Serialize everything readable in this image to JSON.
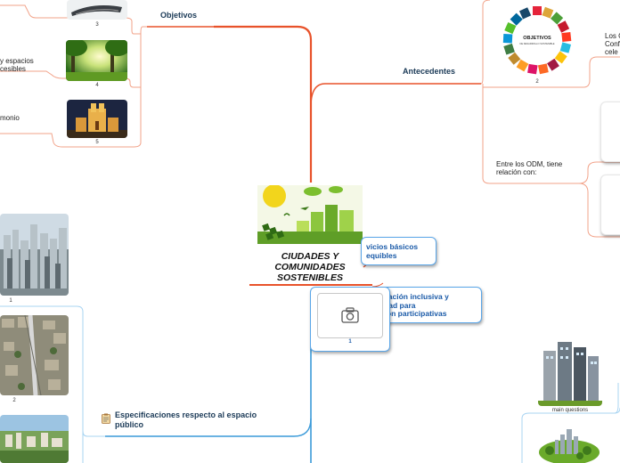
{
  "central": {
    "title": "CIUDADES Y COMUNIDADES SOSTENIBLES",
    "image_icon": "sustainable-city-illustration"
  },
  "topics": {
    "objetivos": "Objetivos",
    "antecedentes": "Antecedentes",
    "odm_relation": "Entre los ODM, tiene relación con:",
    "conference_fragment": "Los C\nConf\ncele",
    "especificaciones": "Especificaciones respecto al espacio público",
    "servicios": "vicios básicos\nequibles",
    "urbanizacion": "nización inclusiva y\ncidad para\nstión participativas"
  },
  "left_fragments": {
    "espacios": "y espacios\ncesibles",
    "patrimonio": "monio"
  },
  "image_captions": {
    "top_3": "3",
    "top_4": "4",
    "top_5": "5",
    "ods": "2",
    "left_1": "1",
    "left_2": "2",
    "camera_card": "1",
    "main_questions": "main questions"
  },
  "ods_logo": {
    "line1": "OBJETIVOS",
    "line2": "DE DESARROLLO SOSTENIBLE"
  },
  "colors": {
    "orange_branch": "#e8522a",
    "orange_light": "#f2a38a",
    "blue_branch": "#3a9ad9",
    "blue_light": "#a8d4f2",
    "topic_text": "#1b3a57",
    "card_text": "#1a5aa8"
  }
}
